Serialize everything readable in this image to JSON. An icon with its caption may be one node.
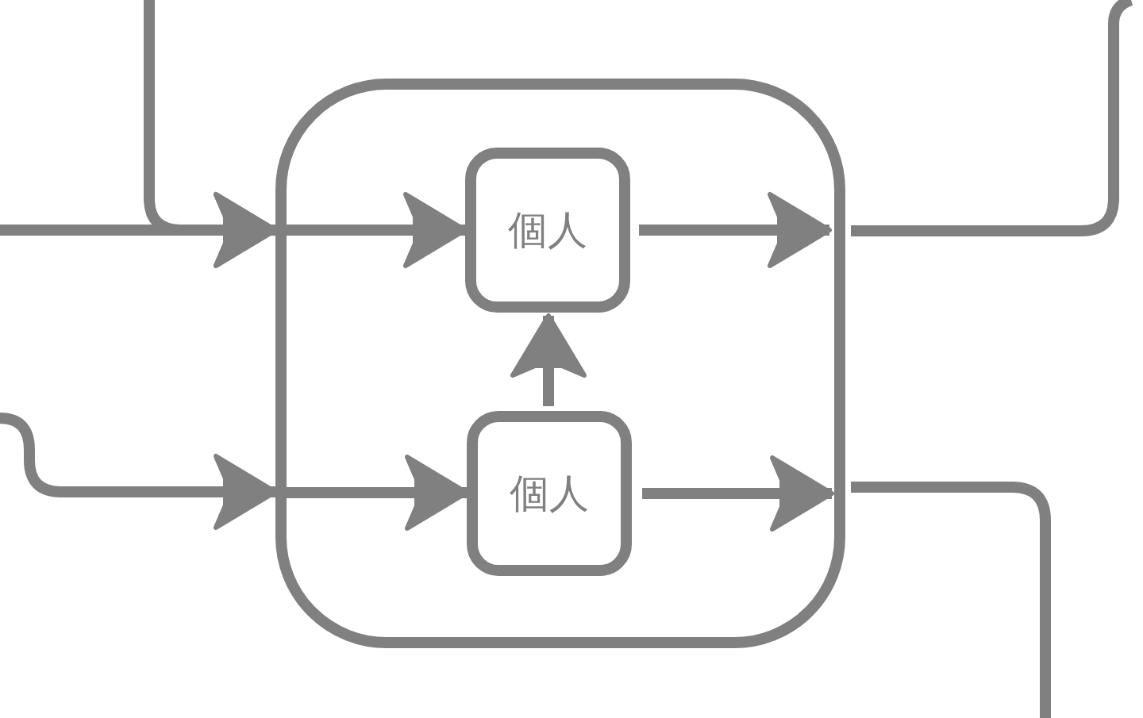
{
  "diagram": {
    "nodes": [
      {
        "text": [],
        "shape": "box"
      },
      {
        "text": [
          "個人"
        ],
        "in": 0
      },
      {
        "text": [
          "個人"
        ],
        "in": 0
      }
    ],
    "edges": [
      {
        "from": null,
        "to": 0,
        "arrow": "to"
      },
      {
        "from": null,
        "to": 0,
        "arrow": "to"
      },
      {
        "from": 0,
        "to": 1,
        "arrow": "to"
      },
      {
        "from": 1,
        "to": 0,
        "arrow": "to"
      },
      {
        "from": 0,
        "to": null,
        "arrow": "none"
      },
      {
        "from": 2,
        "to": 1,
        "arrow": "to"
      },
      {
        "from": null,
        "to": 0,
        "arrow": "to"
      },
      {
        "from": 0,
        "to": 2,
        "arrow": "to"
      },
      {
        "from": 2,
        "to": 0,
        "arrow": "to"
      },
      {
        "from": 0,
        "to": null,
        "arrow": "none"
      }
    ]
  }
}
